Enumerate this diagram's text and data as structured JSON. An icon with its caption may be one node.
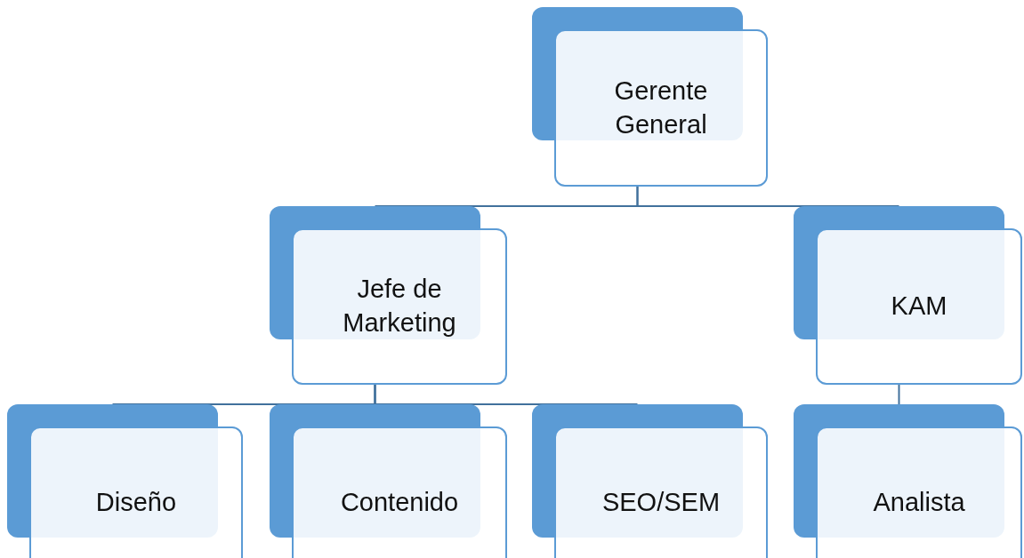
{
  "diagram": {
    "nodes": [
      {
        "text": [
          "Gerente General"
        ]
      },
      {
        "text": [
          "Jefe de Marketing"
        ]
      },
      {
        "text": [
          "KAM"
        ]
      },
      {
        "text": [
          "Diseño"
        ]
      },
      {
        "text": [
          "Contenido"
        ]
      },
      {
        "text": [
          "SEO/SEM"
        ]
      },
      {
        "text": [
          "Analista"
        ]
      }
    ],
    "edges": [
      {
        "from": 0,
        "to": 1,
        "arrow": "none"
      },
      {
        "from": 0,
        "to": 2,
        "arrow": "none"
      },
      {
        "from": 1,
        "to": 3,
        "arrow": "none"
      },
      {
        "from": 1,
        "to": 4,
        "arrow": "none"
      },
      {
        "from": 1,
        "to": 5,
        "arrow": "none"
      },
      {
        "from": 2,
        "to": 6,
        "arrow": "none"
      }
    ]
  }
}
